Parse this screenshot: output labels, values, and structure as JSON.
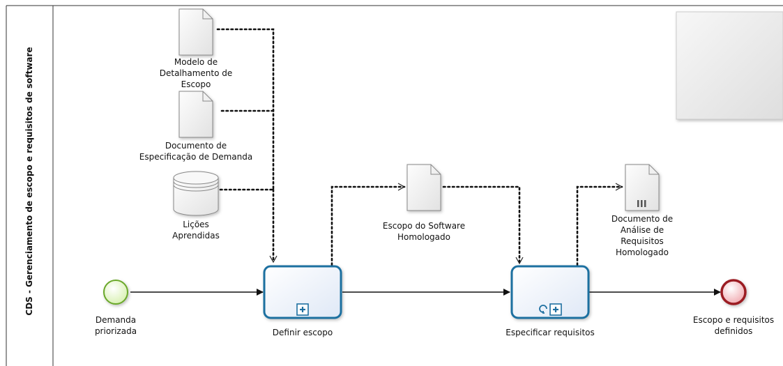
{
  "pool": {
    "name": "CDS - Gerenciamento de escopo e requisitos de software"
  },
  "events": {
    "start": {
      "label": "Demanda priorizada",
      "lines": [
        "Demanda",
        "priorizada"
      ]
    },
    "end": {
      "label": "Escopo e requisitos definidos",
      "lines": [
        "Escopo e requisitos",
        "definidos"
      ]
    }
  },
  "tasks": {
    "definir": {
      "label": "Definir escopo",
      "marker": "subprocess"
    },
    "especificar": {
      "label": "Especificar requisitos",
      "marker": "loop-subprocess"
    }
  },
  "artifacts": {
    "modelo": {
      "label": "Modelo de Detalhamento de Escopo",
      "lines": [
        "Modelo de",
        "Detalhamento de",
        "Escopo"
      ]
    },
    "doc_demanda": {
      "label": "Documento de Especificação de Demanda",
      "lines": [
        "Documento de",
        "Especificação de Demanda"
      ]
    },
    "licoes": {
      "label": "Lições Aprendidas",
      "lines": [
        "Lições",
        "Aprendidas"
      ]
    },
    "escopo_homologado": {
      "label": "Escopo do Software Homologado",
      "lines": [
        "Escopo do Software",
        "Homologado"
      ]
    },
    "doc_analise": {
      "label": "Documento de Análise de Requisitos Homologado",
      "lines": [
        "Documento de",
        "Análise de",
        "Requisitos",
        "Homologado"
      ]
    }
  },
  "colors": {
    "task_border": "#1e6fa0",
    "task_fill": "#eef3fb",
    "start_stroke": "#6aa82a",
    "start_fill": "#e9f7d0",
    "end_stroke": "#9b1b24",
    "end_fill": "#f7d3d6"
  }
}
